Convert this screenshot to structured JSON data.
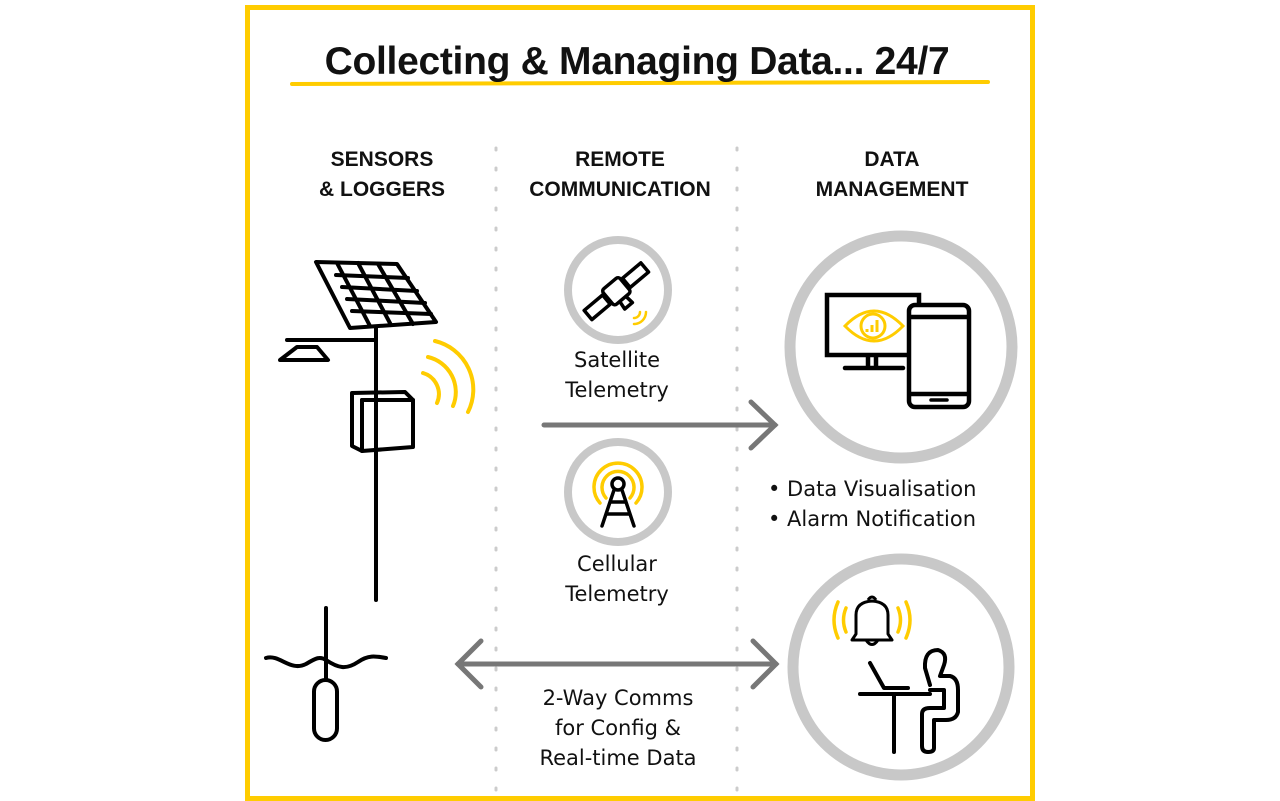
{
  "title": "Collecting & Managing Data... 24/7",
  "columns": [
    {
      "line1": "SENSORS",
      "line2": "& LOGGERS"
    },
    {
      "line1": "REMOTE",
      "line2": "COMMUNICATION"
    },
    {
      "line1": "DATA",
      "line2": "MANAGEMENT"
    }
  ],
  "satellite": {
    "line1": "Satellite",
    "line2": "Telemetry"
  },
  "cellular": {
    "line1": "Cellular",
    "line2": "Telemetry"
  },
  "features": [
    "• Data Visualisation",
    "• Alarm Notification"
  ],
  "two_way": {
    "line1": "2-Way Comms",
    "line2": "for Config &",
    "line3": "Real-time Data"
  },
  "colors": {
    "accent": "#ffcc00",
    "ring": "#c8c8c8",
    "arrow": "#777777"
  }
}
